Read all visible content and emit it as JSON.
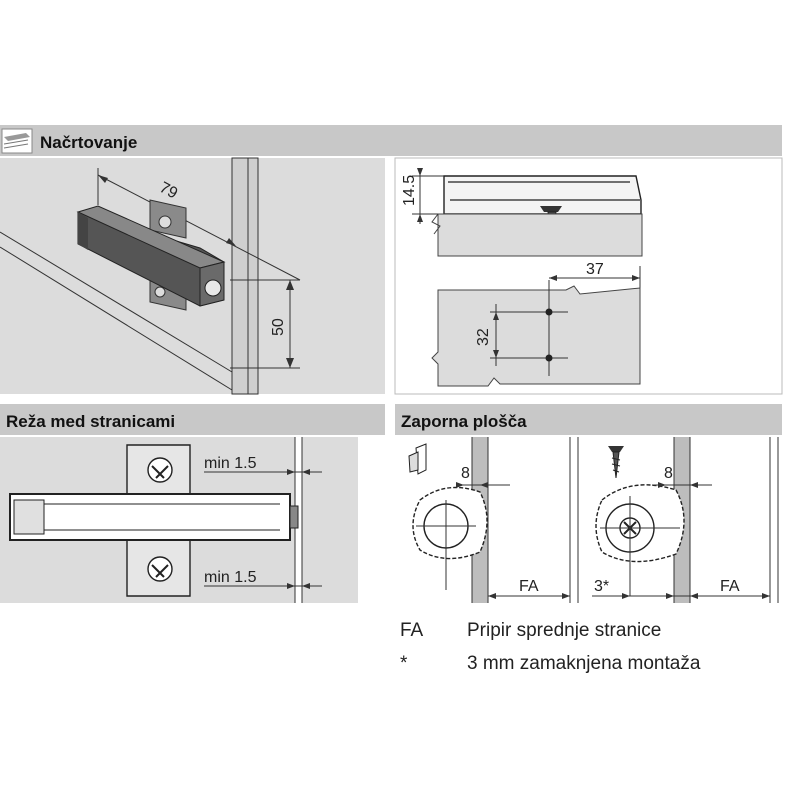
{
  "sections": {
    "planning": {
      "title": "Načrtovanje"
    },
    "gap": {
      "title": "Reža med stranicami"
    },
    "plate": {
      "title": "Zaporna plošča"
    }
  },
  "dimensions": {
    "depth": "79",
    "height": "50",
    "plate_height": "14.5",
    "setback": "37",
    "hole_spacing": "32",
    "min_gap_top": "min 1.5",
    "min_gap_bottom": "min 1.5",
    "edge_left": "8",
    "edge_right": "8",
    "fa_left": "FA",
    "fa_right": "FA",
    "offset": "3*"
  },
  "legend": [
    {
      "key": "FA",
      "text": "Pripir sprednje stranice"
    },
    {
      "key": "*",
      "text": "3 mm zamaknjena montaža"
    }
  ],
  "colors": {
    "header_bg": "#c8c8c8",
    "panel_bg": "#dcdcdc",
    "part_dark": "#555555",
    "line": "#222222"
  }
}
